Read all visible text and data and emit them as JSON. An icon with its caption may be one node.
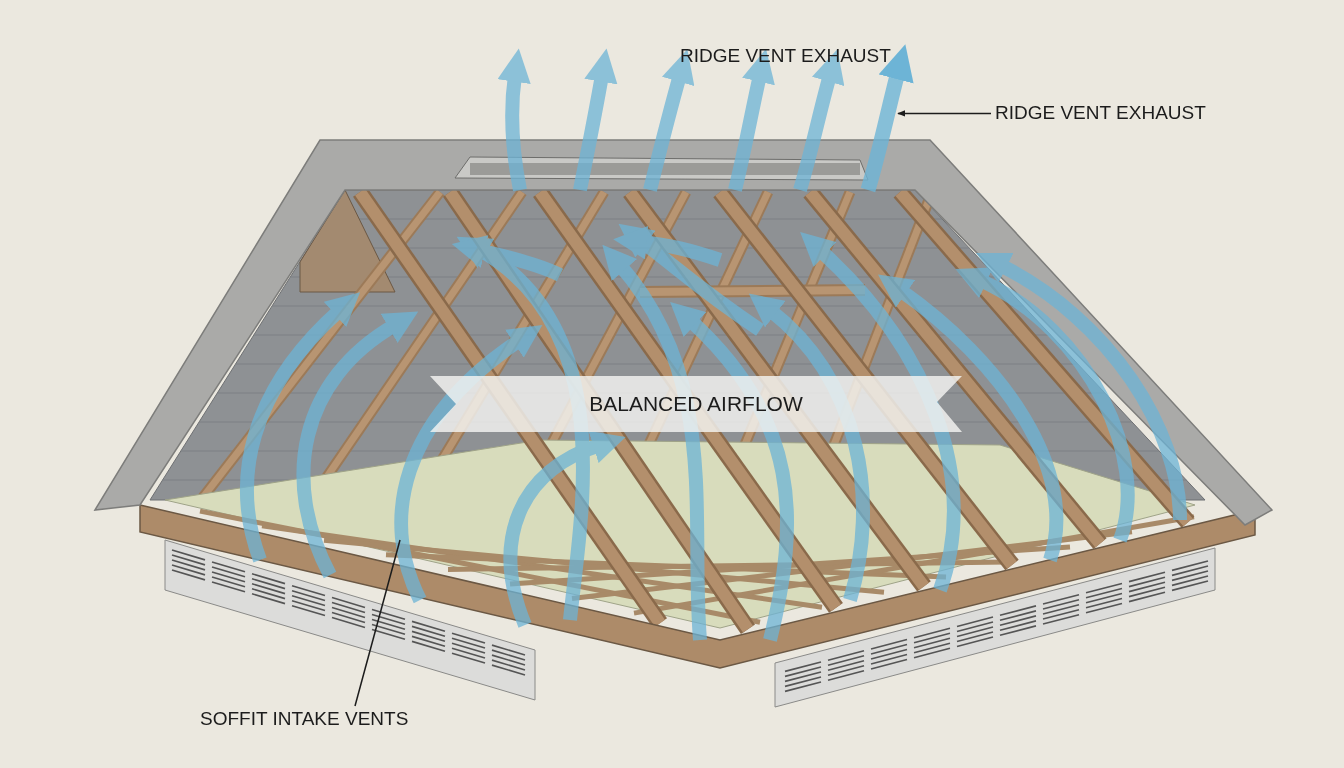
{
  "diagram": {
    "nodes": [
      {
        "text": [
          "RIDGE VENT EXHAUST"
        ]
      },
      {
        "text": [],
        "shape": "picture"
      },
      {
        "text": [
          "BALANCED AIRFLOW"
        ]
      },
      {
        "text": [
          "SOFFIT INTAKE VENTS"
        ]
      },
      {
        "text": [],
        "shape": "picture"
      }
    ],
    "edges": [
      {
        "from": 0,
        "to": 1,
        "arrow": "to"
      },
      {
        "from": 3,
        "to": 4,
        "arrow": "none"
      }
    ],
    "labels": [
      "RIDGE VENT EXHAUST"
    ]
  }
}
